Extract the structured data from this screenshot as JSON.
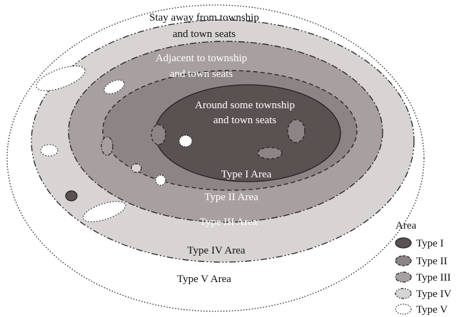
{
  "diagram": {
    "zones": [
      {
        "name": "Type V Area",
        "description_lines": [
          "Stay away from township",
          "and town seats"
        ]
      },
      {
        "name": "Type IV Area",
        "description_lines": []
      },
      {
        "name": "Type III Area",
        "description_lines": [
          "Adjacent to township",
          "and town seats"
        ]
      },
      {
        "name": "Type II Area",
        "description_lines": []
      },
      {
        "name": "Type I Area",
        "description_lines": [
          "Around some township",
          "and town seats"
        ]
      }
    ],
    "legend": {
      "title": "Area",
      "items": [
        {
          "label": "Type I",
          "fill": "#5a5151",
          "stroke": "solid"
        },
        {
          "label": "Type II",
          "fill": "#8d8585",
          "stroke": "dashed"
        },
        {
          "label": "Type III",
          "fill": "#a8a0a0",
          "stroke": "dash-dot"
        },
        {
          "label": "Type IV",
          "fill": "#d9d4d4",
          "stroke": "dash-dot-dot"
        },
        {
          "label": "Type V",
          "fill": "#ffffff",
          "stroke": "dotted"
        }
      ]
    },
    "colors": {
      "type1": "#5a5151",
      "type2": "#8d8585",
      "type3": "#a8a0a0",
      "type4": "#d9d4d4",
      "type5": "#ffffff"
    }
  }
}
